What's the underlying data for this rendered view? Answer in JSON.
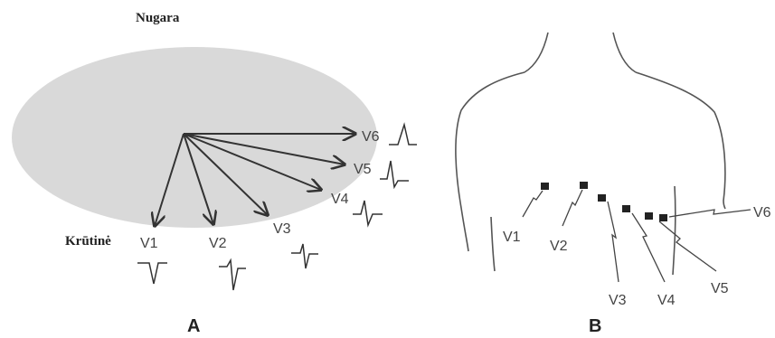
{
  "panel_a": {
    "top_label": "Nugara",
    "side_label": "Krūtinė",
    "panel_label": "A",
    "leads": [
      "V1",
      "V2",
      "V3",
      "V4",
      "V5",
      "V6"
    ]
  },
  "panel_b": {
    "panel_label": "B",
    "leads": [
      "V1",
      "V2",
      "V3",
      "V4",
      "V5",
      "V6"
    ]
  },
  "colors": {
    "ellipse_fill": "#d9d9d9",
    "line": "#333333"
  }
}
